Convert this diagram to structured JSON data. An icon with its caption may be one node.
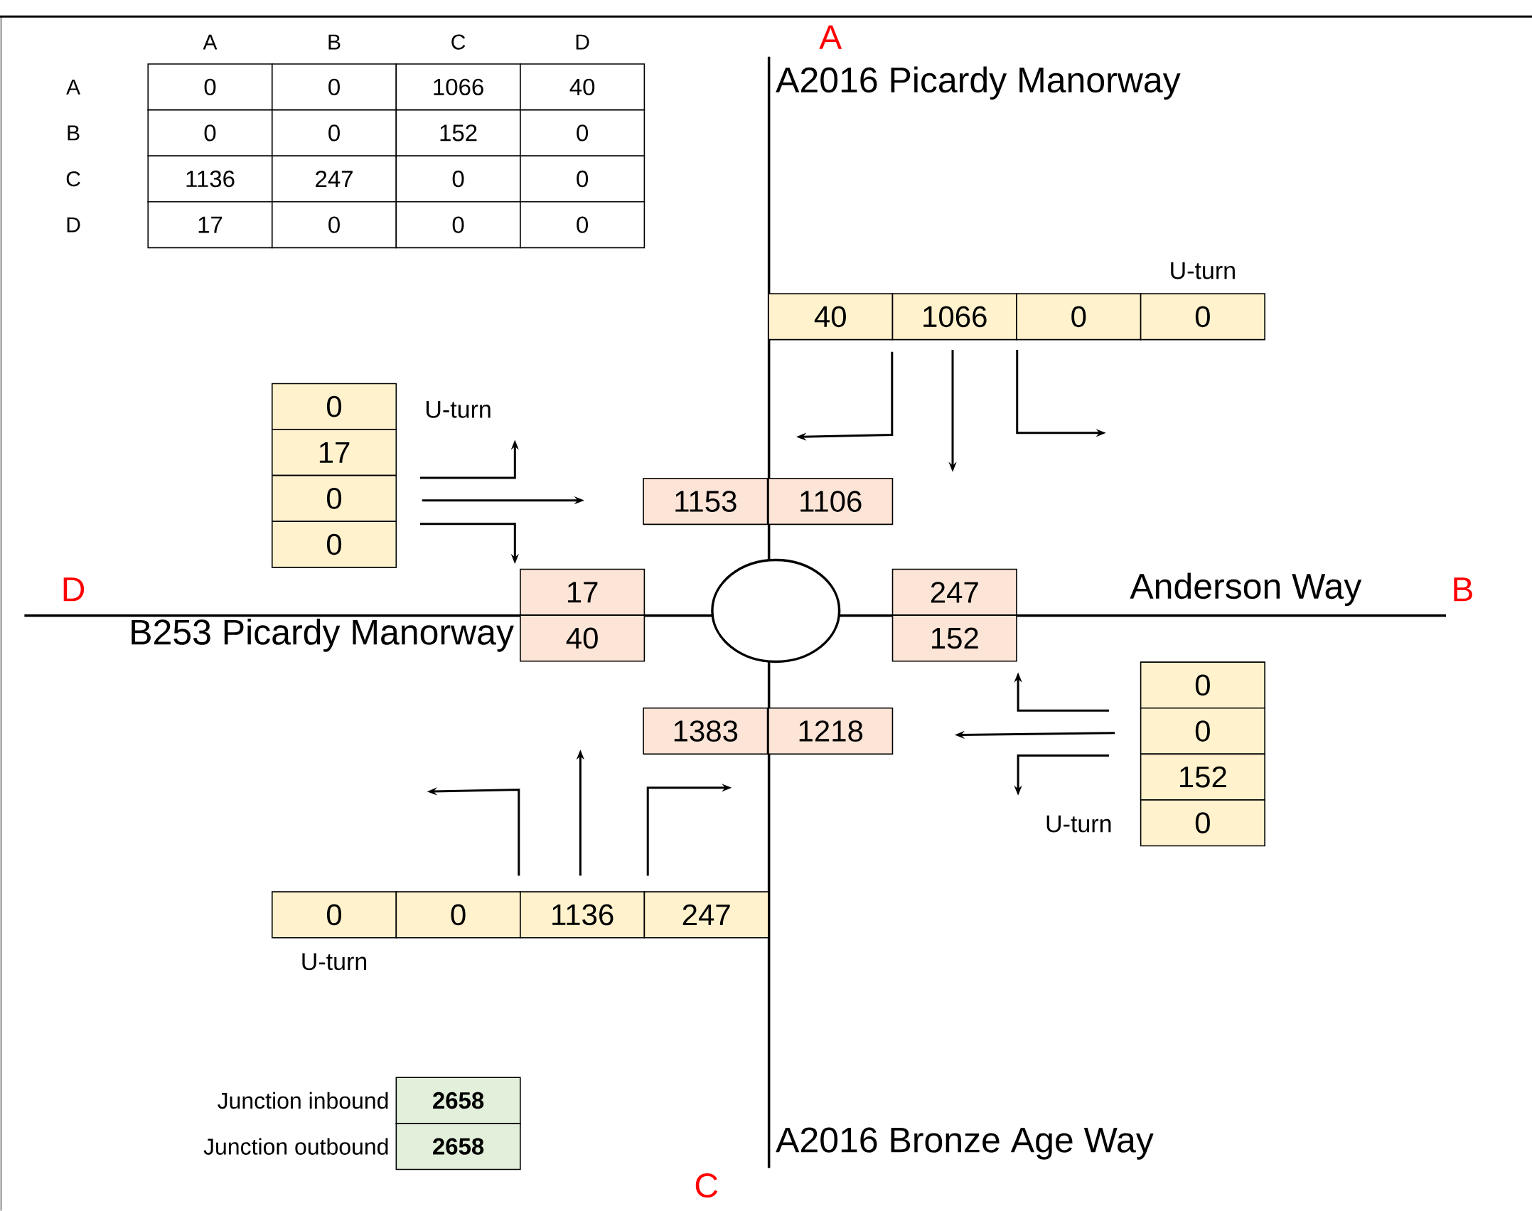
{
  "diagram": {
    "nodes": [
      {
        "text": [],
        "shape": "circle"
      }
    ],
    "labels": [
      "A",
      "B",
      "C",
      "D",
      "A",
      "0",
      "0",
      "1066",
      "40",
      "B",
      "0",
      "0",
      "152",
      "0",
      "C",
      "1136",
      "247",
      "0",
      "0",
      "D",
      "17",
      "0",
      "0",
      "0",
      "A",
      "A2016 Picardy Manorway",
      "U-turn",
      "40",
      "1066",
      "0",
      "0",
      "0",
      "U-turn",
      "17",
      "0",
      "0",
      "1153",
      "1106",
      "D",
      "17",
      "247",
      "Anderson Way",
      "B",
      "B253 Picardy Manorway",
      "40",
      "152",
      "0",
      "1383",
      "1218",
      "0",
      "152",
      "U-turn",
      "0",
      "0",
      "0",
      "1136",
      "247",
      "U-turn",
      "Junction inbound",
      "2658",
      "Junction outbound",
      "2658",
      "A2016 Bronze Age Way",
      "C"
    ]
  }
}
